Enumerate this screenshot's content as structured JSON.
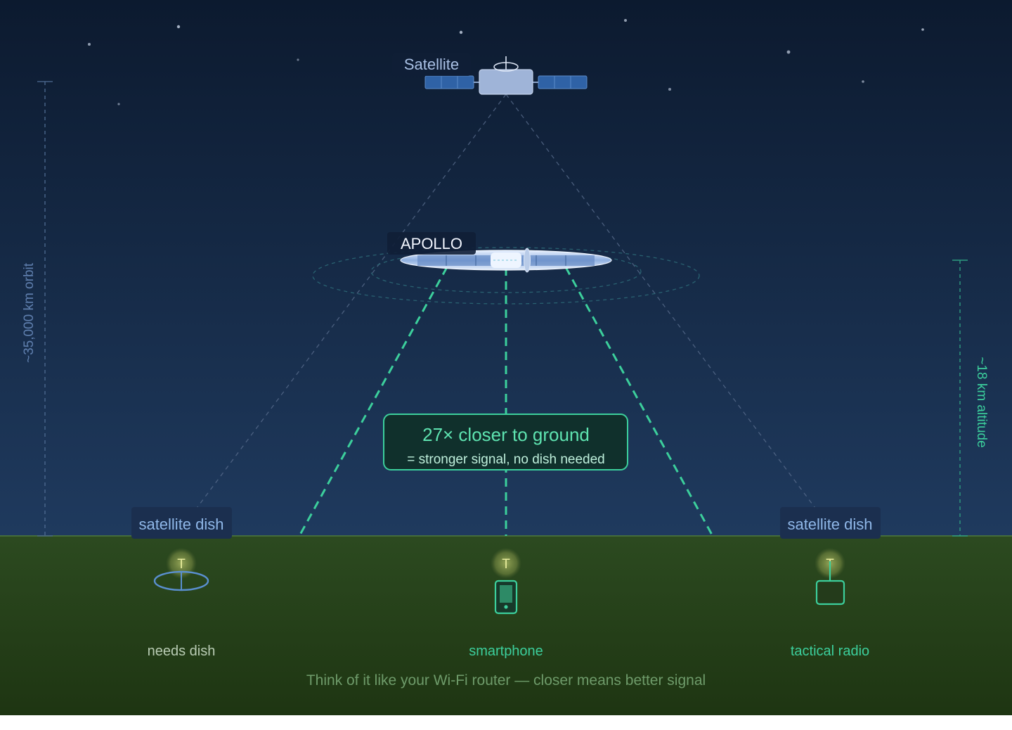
{
  "satellite": {
    "label": "Satellite"
  },
  "apollo": {
    "label": "APOLLO"
  },
  "orbit": {
    "label": "~35,000 km orbit"
  },
  "altitude": {
    "label": "~18 km altitude"
  },
  "callout": {
    "title": "27× closer to ground",
    "subtitle": "= stronger signal, no dish needed"
  },
  "devices": {
    "left": {
      "badge": "satellite dish",
      "tower": "T",
      "label": "needs dish"
    },
    "center": {
      "tower": "T",
      "label": "smartphone"
    },
    "right": {
      "badge": "satellite dish",
      "tower": "T",
      "label": "tactical radio"
    }
  },
  "footer": {
    "text": "Think of it like your Wi-Fi router — closer means better signal"
  },
  "colors": {
    "sky_top": "#0c1a2f",
    "sky_bottom": "#1f3a5e",
    "ground_top": "#2c4a20",
    "ground_bottom": "#1e3512",
    "accent": "#3ccf9c",
    "satellite_blue": "#9fb4d8",
    "muted_text": "#6e9b6a"
  }
}
